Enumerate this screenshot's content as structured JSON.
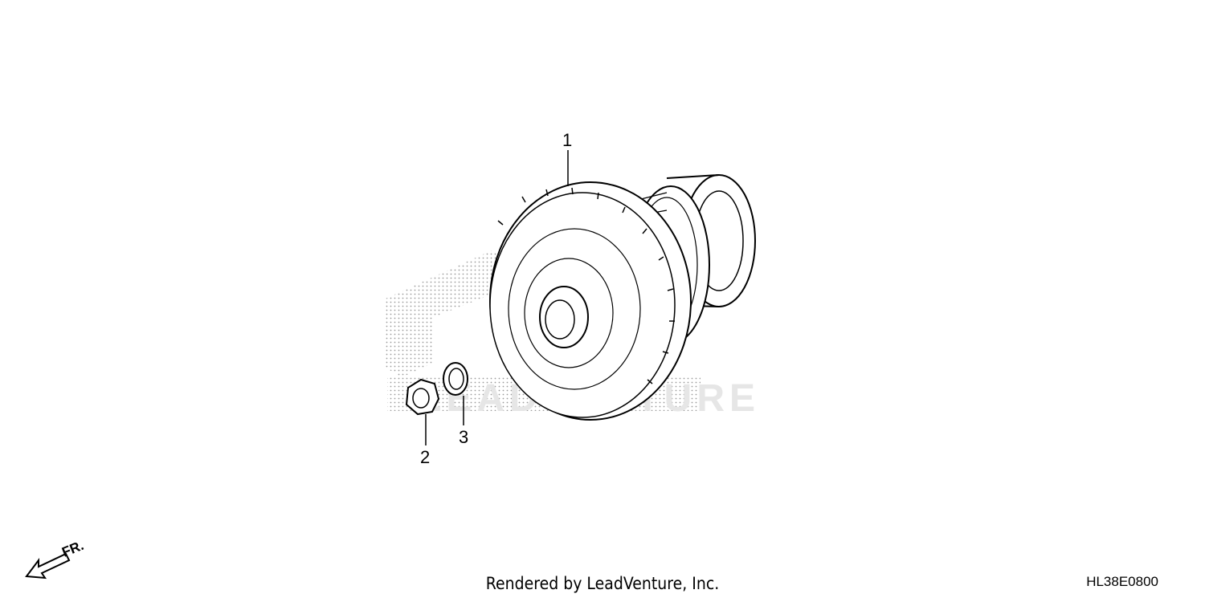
{
  "callouts": {
    "part1": "1",
    "part2": "2",
    "part3": "3"
  },
  "direction_label": "FR.",
  "watermark_text": "LEADVENTURE",
  "footer": {
    "credit": "Rendered by LeadVenture, Inc.",
    "diagram_code": "HL38E0800"
  },
  "colors": {
    "line": "#000000",
    "watermark": "#e6e6e6",
    "background": "#ffffff"
  }
}
